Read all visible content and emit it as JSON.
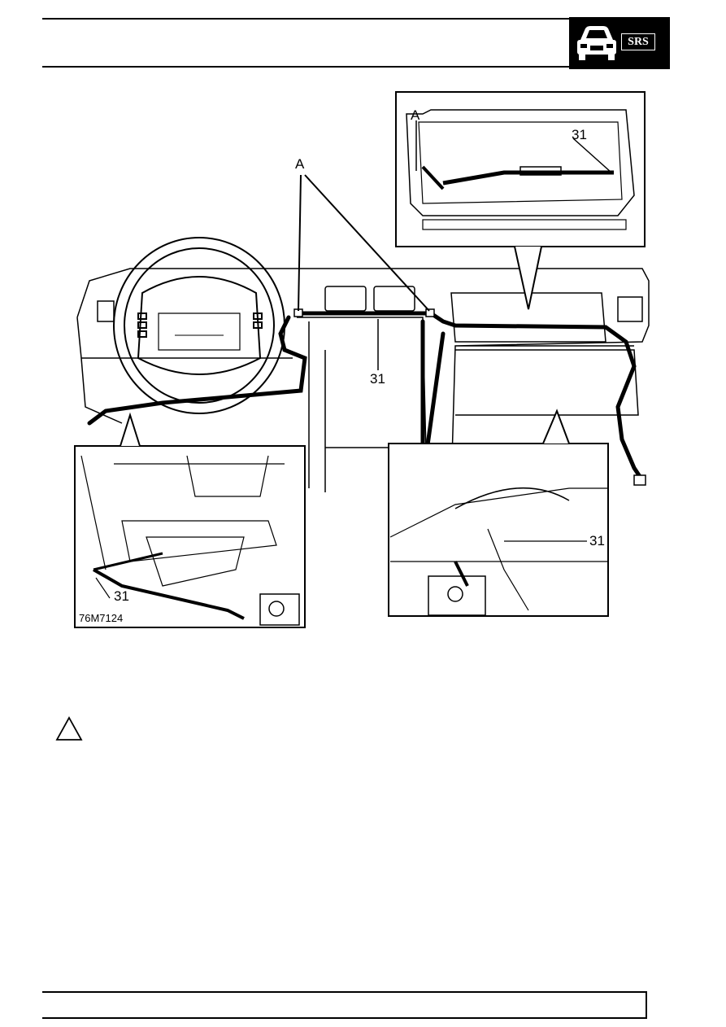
{
  "header": {
    "badge_text": "SRS",
    "badge_icon": "car-front-icon"
  },
  "figure": {
    "code": "76M7124",
    "callouts": {
      "a_main": "A",
      "a_inset": "A",
      "num_main": "31",
      "num_inset_top": "31",
      "num_inset_left": "31",
      "num_inset_right": "31"
    }
  },
  "warning": {
    "icon": "warning-triangle-icon"
  },
  "colors": {
    "ink": "#000000",
    "paper": "#ffffff"
  }
}
